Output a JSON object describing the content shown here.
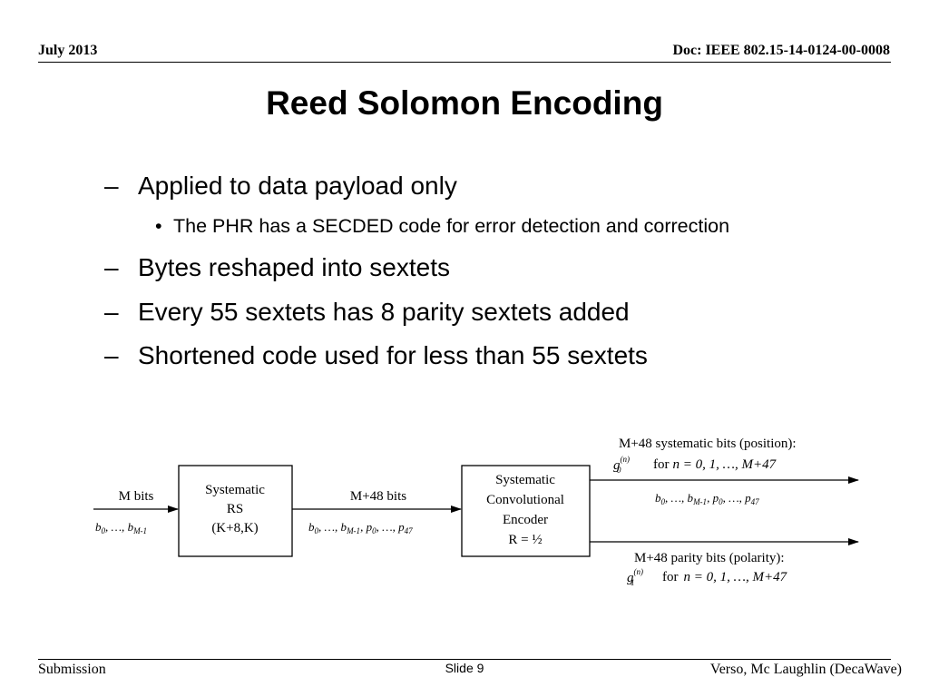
{
  "header": {
    "date": "July 2013",
    "doc": "Doc: IEEE 802.15-14-0124-00-0008"
  },
  "title": "Reed Solomon Encoding",
  "bullets": [
    {
      "marker": "–",
      "text": "Applied to data payload only"
    },
    {
      "marker": "•",
      "text": "The PHR has a SECDED code for error detection and correction"
    },
    {
      "marker": "–",
      "text": "Bytes reshaped into sextets"
    },
    {
      "marker": "–",
      "text": "Every 55 sextets has 8 parity sextets added"
    },
    {
      "marker": "–",
      "text": "Shortened code used for less than 55 sextets"
    }
  ],
  "diagram": {
    "input_label": "M bits",
    "input_seq": {
      "b": "b",
      "s0": "0",
      "mid": ", …, ",
      "sM": "M-1"
    },
    "rs_box": [
      "Systematic",
      "RS",
      "(K+8,K)"
    ],
    "mid_label": "M+48 bits",
    "mid_seq": {
      "p1": "b",
      "s0": "0",
      "p2": ", …, b",
      "s1": "M-1",
      "p3": ", p",
      "s2": "0",
      "p4": ", …, p",
      "s3": "47"
    },
    "conv_box": [
      "Systematic",
      "Convolutional",
      "Encoder",
      "R = ½"
    ],
    "out_top": {
      "line1": "M+48  systematic bits (position):",
      "g": "g",
      "sup": "(n)",
      "sub": "0",
      "for": "for",
      "cond": "n = 0, 1, …, M+47",
      "seq": {
        "p1": "b",
        "s0": "0",
        "p2": ", …,  b",
        "s1": "M-1",
        "p3": ", p",
        "s2": "0",
        "p4": ", …, p",
        "s3": "47"
      }
    },
    "out_bottom": {
      "line1": "M+48  parity bits (polarity):",
      "g": "g",
      "sup": "(n)",
      "sub": "1",
      "for": "for",
      "cond": "n = 0, 1,  …, M+47"
    }
  },
  "footer": {
    "left": "Submission",
    "center": "Slide 9",
    "right": "Verso, Mc Laughlin (DecaWave)"
  }
}
